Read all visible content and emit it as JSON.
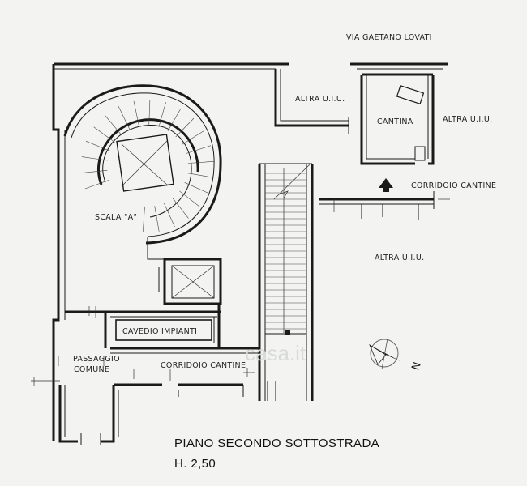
{
  "street": "VIA GAETANO LOVATI",
  "rooms": {
    "altra_uiu_top": "ALTRA U.I.U.",
    "cantina": "CANTINA",
    "altra_uiu_right": "ALTRA U.I.U.",
    "corridoio_cantine_right": "CORRIDOIO CANTINE",
    "altra_uiu_mid": "ALTRA U.I.U.",
    "scala": "SCALA \"A\"",
    "cavedio": "CAVEDIO IMPIANTI",
    "passaggio_line1": "PASSAGGIO",
    "passaggio_line2": "COMUNE",
    "corridoio_cantine_bottom": "CORRIDOIO CANTINE"
  },
  "compass": {
    "label": "N"
  },
  "watermark": "casa.it",
  "floor": {
    "title": "PIANO SECONDO SOTTOSTRADA",
    "height": "H. 2,50"
  }
}
